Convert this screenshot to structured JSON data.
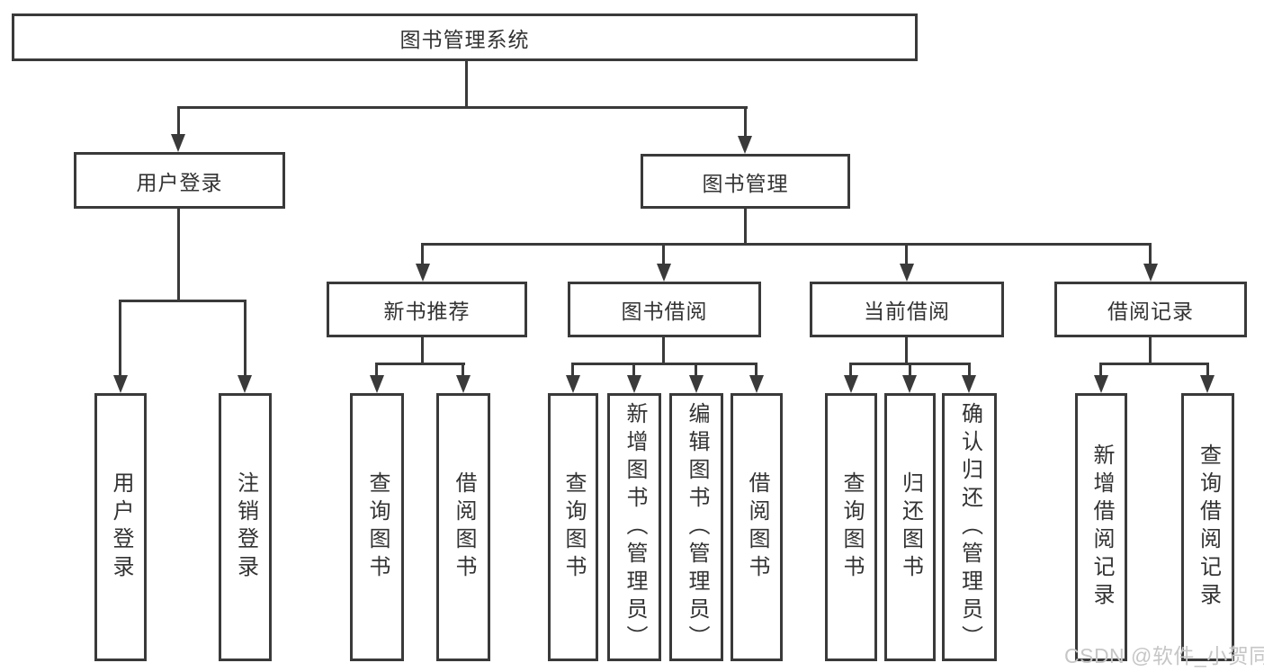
{
  "diagram": {
    "root": {
      "label": "图书管理系统"
    },
    "user_login": {
      "label": "用户登录",
      "children": [
        {
          "label": "用户登录"
        },
        {
          "label": "注销登录"
        }
      ]
    },
    "book_mgmt": {
      "label": "图书管理"
    },
    "new_books": {
      "label": "新书推荐",
      "children": [
        {
          "label": "查询图书"
        },
        {
          "label": "借阅图书"
        }
      ]
    },
    "book_borrow": {
      "label": "图书借阅",
      "children": [
        {
          "label": "查询图书"
        },
        {
          "label": "新增图书（管理员）"
        },
        {
          "label": "编辑图书（管理员）"
        },
        {
          "label": "借阅图书"
        }
      ]
    },
    "current_borrow": {
      "label": "当前借阅",
      "children": [
        {
          "label": "查询图书"
        },
        {
          "label": "归还图书"
        },
        {
          "label": "确认归还（管理员）"
        }
      ]
    },
    "borrow_records": {
      "label": "借阅记录",
      "children": [
        {
          "label": "新增借阅记录"
        },
        {
          "label": "查询借阅记录"
        }
      ]
    },
    "colors": {
      "line": "#3a3a3a",
      "text": "#333333",
      "background": "#ffffff"
    },
    "watermark": {
      "text": "CSDN @软件_小贺同学",
      "color": "#c6c6c6"
    }
  }
}
